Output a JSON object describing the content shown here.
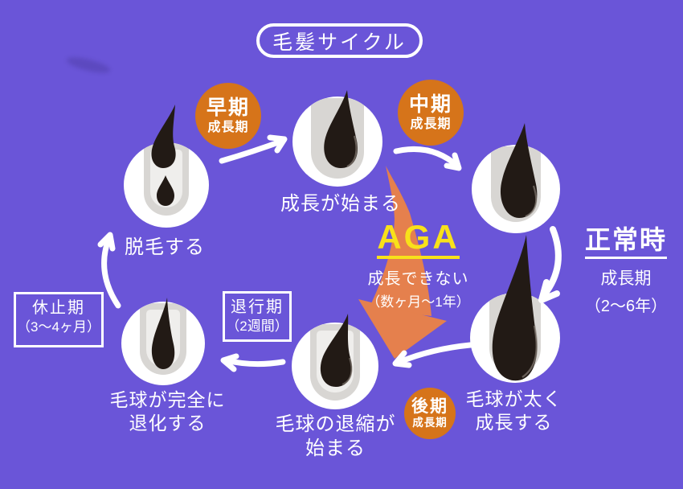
{
  "title": "毛髪サイクル",
  "badges": [
    {
      "title": "早期",
      "subtitle": "成長期"
    },
    {
      "title": "中期",
      "subtitle": "成長期"
    },
    {
      "title": "後期",
      "subtitle": "成長期"
    }
  ],
  "stages": {
    "shedding": {
      "label": "脱毛する"
    },
    "growth_start": {
      "label": "成長が始まる"
    },
    "bulb_thickens": {
      "line1": "毛球が太く",
      "line2": "成長する"
    },
    "bulb_shrinks": {
      "line1": "毛球の退縮が",
      "line2": "始まる"
    },
    "bulb_degenerates": {
      "line1": "毛球が完全に",
      "line2": "退化する"
    }
  },
  "normal": {
    "title": "正常時",
    "line1": "成長期",
    "line2": "（2〜6年）"
  },
  "aga": {
    "title": "AGA",
    "line1": "成長できない",
    "line2": "（数ヶ月〜1年）"
  },
  "boxes": {
    "resting": {
      "line1": "休止期",
      "line2": "（3〜4ヶ月）"
    },
    "regression": {
      "line1": "退行期",
      "line2": "（2週間）"
    }
  },
  "colors": {
    "background": "#6a55d8",
    "badge_orange": "#d6741a",
    "aga_arrow_orange": "#e5804d",
    "aga_yellow": "#f8e11a",
    "hair_dark": "#221a15",
    "follicle_gray": "#d8d6d3",
    "follicle_inner": "#efeeec",
    "text_white": "#ffffff"
  }
}
